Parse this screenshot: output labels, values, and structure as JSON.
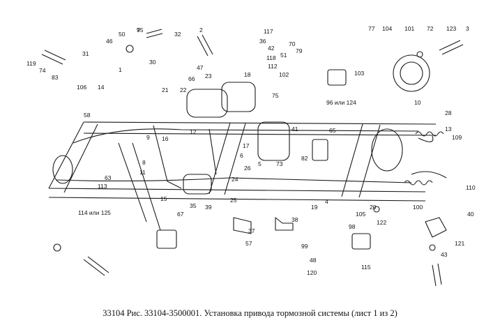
{
  "caption": "33104 Рис. 33104-3500001. Установка привода тормозной системы (лист 1 из 2)",
  "part_numbers": [
    "95",
    "50",
    "46",
    "31",
    "32",
    "2",
    "117",
    "36",
    "42",
    "118",
    "77",
    "104",
    "101",
    "72",
    "123",
    "3",
    "119",
    "74",
    "83",
    "106",
    "1",
    "14",
    "47",
    "66",
    "30",
    "70",
    "79",
    "51",
    "112",
    "102",
    "75",
    "103",
    "96 или 124",
    "65",
    "10",
    "28",
    "13",
    "109",
    "15",
    "63",
    "113",
    "8",
    "11",
    "58",
    "9",
    "12",
    "16",
    "21",
    "22",
    "23",
    "18",
    "25",
    "24",
    "17",
    "6",
    "26",
    "5",
    "73",
    "82",
    "41",
    "4",
    "19",
    "20",
    "100",
    "110",
    "114 или 125",
    "37",
    "38",
    "57",
    "67",
    "35",
    "39",
    "105",
    "99",
    "98",
    "120",
    "48",
    "115",
    "121",
    "40",
    "122",
    "43",
    "7"
  ],
  "diagram": {
    "stroke": "#1a1a1a",
    "background": "#ffffff"
  }
}
